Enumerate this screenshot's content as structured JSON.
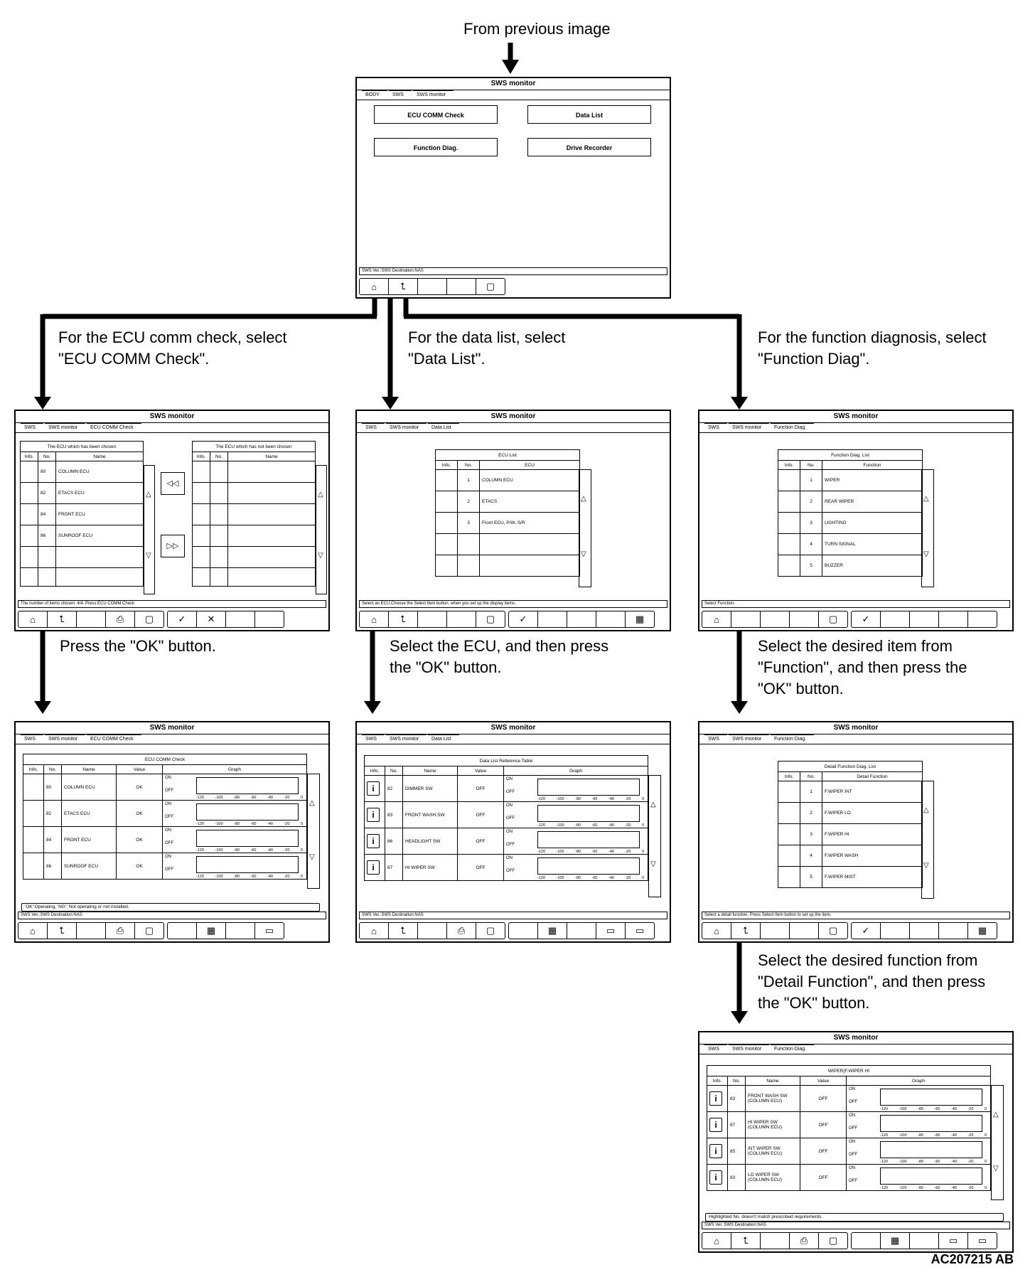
{
  "captions": {
    "top": "From previous image",
    "ecu_select": "For the ECU comm check, select\n\"ECU COMM Check\".",
    "datalist_select": "For the data list, select\n\"Data List\".",
    "function_select": "For the function diagnosis, select\n\"Function Diag\".",
    "press_ok": "Press the \"OK\" button.",
    "select_ecu_ok": "Select the ECU, and then press\nthe \"OK\" button.",
    "select_item_ok": "Select the desired item from\n\"Function\", and then press the\n\"OK\" button.",
    "select_detail_ok": "Select the desired function from\n\"Detail Function\", and then press\nthe \"OK\" button."
  },
  "figure_id": "AC207215 AB",
  "window_title": "SWS monitor",
  "toolbar_icons": [
    "home-icon",
    "back-arrow-icon",
    "print-icon",
    "notebook-icon",
    "check-icon",
    "cancel-icon",
    "table-icon",
    "monitor-icon",
    "tab-icon"
  ],
  "glyphs": {
    "home": "⌂",
    "back": "⮤",
    "print": "⎙",
    "book": "▢",
    "check": "✓",
    "cancel": "✕",
    "table": "▦",
    "monitor": "▭",
    "tab": "▭",
    "up": "△",
    "down": "▽",
    "left2": "◁◁",
    "right2": "▷▷",
    "info": "i"
  },
  "screen_main": {
    "crumbs": [
      "BODY",
      "SWS",
      "SWS monitor"
    ],
    "buttons": [
      "ECU COMM Check",
      "Data List",
      "Function Diag.",
      "Drive Recorder"
    ],
    "status": "SWS Ver.:SWS Destination:NAS"
  },
  "screen_ecu_select": {
    "crumbs": [
      "SWS",
      "SWS monitor",
      "ECU COMM Check"
    ],
    "left_caption": "The ECU which has been chosen",
    "right_caption": "The ECU which has not been chosen",
    "headers": [
      "Info.",
      "No.",
      "Name"
    ],
    "rows": [
      [
        "",
        "80",
        "COLUMN ECU"
      ],
      [
        "",
        "82",
        "ETACS ECU"
      ],
      [
        "",
        "84",
        "FRONT ECU"
      ],
      [
        "",
        "86",
        "SUNROOF ECU"
      ]
    ],
    "status": "The number of items chosen: 4/4. Press ECU COMM Check"
  },
  "screen_datalist_select": {
    "crumbs": [
      "SWS",
      "SWS monitor",
      "Data List"
    ],
    "caption": "ECU List",
    "headers": [
      "Info.",
      "No.",
      "ECU"
    ],
    "rows": [
      [
        "",
        "1",
        "COLUMN ECU"
      ],
      [
        "",
        "2",
        "ETACS"
      ],
      [
        "",
        "3",
        "Front ECU, P/W, S/R"
      ]
    ],
    "status": "Select an ECU.Choose the Select Item button. when you set up the display items."
  },
  "screen_function_select": {
    "crumbs": [
      "SWS",
      "SWS monitor",
      "Function Diag."
    ],
    "caption": "Function Diag. List",
    "headers": [
      "Info.",
      "No.",
      "Function"
    ],
    "rows": [
      [
        "",
        "1",
        "WIPER"
      ],
      [
        "",
        "2",
        "REAR WIPER"
      ],
      [
        "",
        "3",
        "LIGHTING"
      ],
      [
        "",
        "4",
        "TURN SIGNAL"
      ],
      [
        "",
        "5",
        "BUZZER"
      ]
    ],
    "status": "Select Function."
  },
  "screen_ecu_result": {
    "crumbs": [
      "SWS",
      "SWS monitor",
      "ECU COMM Check"
    ],
    "caption": "ECU COMM Check",
    "headers": [
      "Info.",
      "No.",
      "Name",
      "Value",
      "Graph"
    ],
    "rows": [
      [
        "",
        "80",
        "COLUMN ECU",
        "OK"
      ],
      [
        "",
        "82",
        "ETACS ECU",
        "OK"
      ],
      [
        "",
        "84",
        "FRONT ECU",
        "OK"
      ],
      [
        "",
        "86",
        "SUNROOF ECU",
        "OK"
      ]
    ],
    "note": "'OK':Operating, 'NG': Not operating or not installed.",
    "status": "SWS Ver.:SWS Destination:NAS"
  },
  "screen_datalist_result": {
    "crumbs": [
      "SWS",
      "SWS monitor",
      "Data List"
    ],
    "caption": "Data List Reference Table",
    "headers": [
      "Info.",
      "No.",
      "Name",
      "Value",
      "Graph"
    ],
    "rows": [
      [
        "i",
        "82",
        "DIMMER SW",
        "OFF"
      ],
      [
        "i",
        "83",
        "FRONT WASH.SW",
        "OFF"
      ],
      [
        "i",
        "86",
        "HEADLIGHT SW",
        "OFF"
      ],
      [
        "i",
        "87",
        "HI WIPER SW",
        "OFF"
      ]
    ],
    "status": "SWS Ver.:SWS Destination:NAS"
  },
  "screen_function_detail": {
    "crumbs": [
      "SWS",
      "SWS monitor",
      "Function Diag."
    ],
    "caption": "Detail Function Diag. List",
    "headers": [
      "Info.",
      "No.",
      "Detail Function"
    ],
    "rows": [
      [
        "",
        "1",
        "F.WIPER INT"
      ],
      [
        "",
        "2",
        "F.WIPER LO"
      ],
      [
        "",
        "3",
        "F.WIPER HI"
      ],
      [
        "",
        "4",
        "F.WIPER WASH"
      ],
      [
        "",
        "5",
        "F.WIPER MIST"
      ]
    ],
    "status": "Select a detail function. Press Select Item button to set up the item."
  },
  "screen_function_result": {
    "crumbs": [
      "SWS",
      "SWS monitor",
      "Function Diag."
    ],
    "caption": "WIPER(F.WIPER HI",
    "headers": [
      "Info.",
      "No.",
      "Name",
      "Value",
      "Graph"
    ],
    "rows": [
      [
        "i",
        "83",
        "FRONT WASH SW\n(COLUMN ECU)",
        "OFF"
      ],
      [
        "i",
        "87",
        "HI WIPER SW\n(COLUMN ECU)",
        "OFF"
      ],
      [
        "i",
        "85",
        "INT WIPER SW\n(COLUMN ECU)",
        "OFF"
      ],
      [
        "i",
        "83",
        "LO WIPER SW\n(COLUMN ECU)",
        "OFF"
      ]
    ],
    "note": "Highlighted No. doesn't match prescribed requirements.",
    "status": "SWS Ver.:SWS Destination:NAS"
  },
  "graph": {
    "on": "ON",
    "off": "OFF",
    "ticks": [
      "-120",
      "-100",
      "-80",
      "-60",
      "-40",
      "-20",
      "0"
    ]
  }
}
